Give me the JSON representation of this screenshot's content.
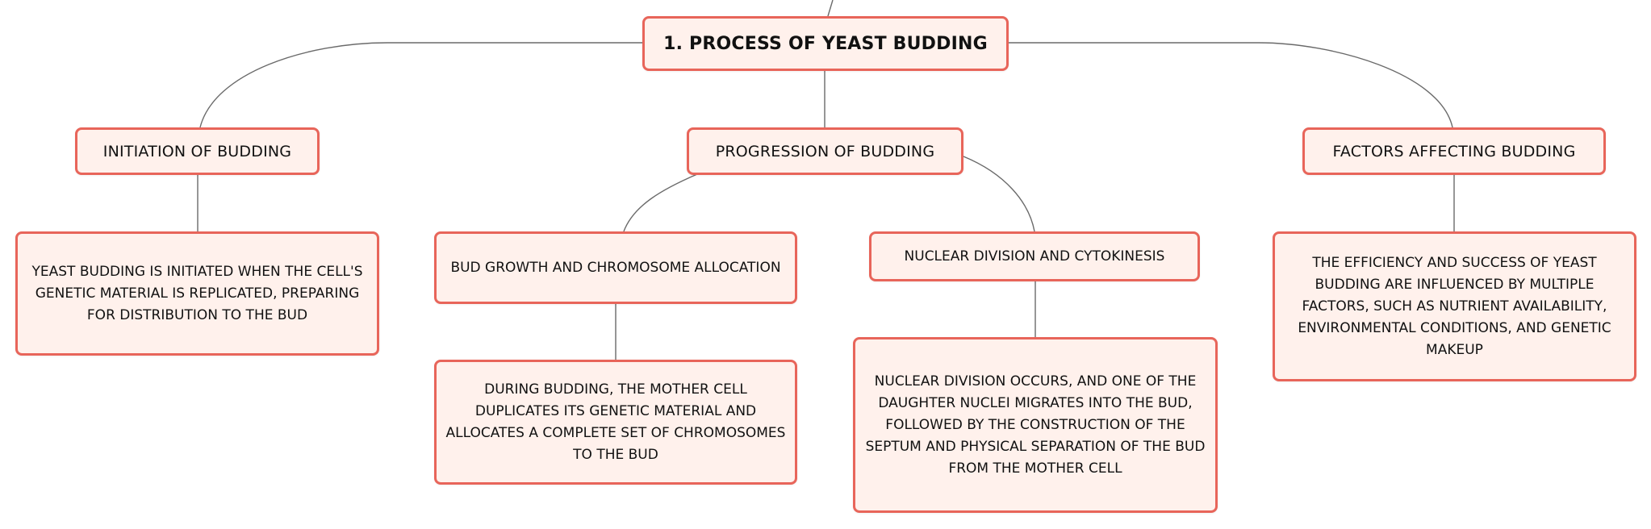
{
  "diagram": {
    "root": {
      "label": "1. PROCESS OF YEAST BUDDING"
    },
    "initiation": {
      "label": "INITIATION OF BUDDING",
      "detail": "YEAST BUDDING IS INITIATED WHEN THE CELL'S GENETIC MATERIAL IS REPLICATED, PREPARING FOR DISTRIBUTION TO THE BUD"
    },
    "progression": {
      "label": "PROGRESSION OF BUDDING",
      "bud_growth": {
        "label": "BUD GROWTH AND CHROMOSOME ALLOCATION",
        "detail": "DURING BUDDING, THE MOTHER CELL DUPLICATES ITS GENETIC MATERIAL AND ALLOCATES A COMPLETE SET OF CHROMOSOMES TO THE BUD"
      },
      "nuclear_division": {
        "label": "NUCLEAR DIVISION AND CYTOKINESIS",
        "detail": "NUCLEAR DIVISION OCCURS, AND ONE OF THE DAUGHTER NUCLEI MIGRATES INTO THE BUD, FOLLOWED BY THE CONSTRUCTION OF THE SEPTUM AND PHYSICAL SEPARATION OF THE BUD FROM THE MOTHER CELL"
      }
    },
    "factors": {
      "label": "FACTORS AFFECTING BUDDING",
      "detail": "THE EFFICIENCY AND SUCCESS OF YEAST BUDDING ARE INFLUENCED BY MULTIPLE FACTORS, SUCH AS NUTRIENT AVAILABILITY, ENVIRONMENTAL CONDITIONS, AND GENETIC MAKEUP"
    }
  },
  "colors": {
    "node_border": "#e8655a",
    "node_fill": "#fff1ec",
    "connector": "#6a6a6a"
  }
}
